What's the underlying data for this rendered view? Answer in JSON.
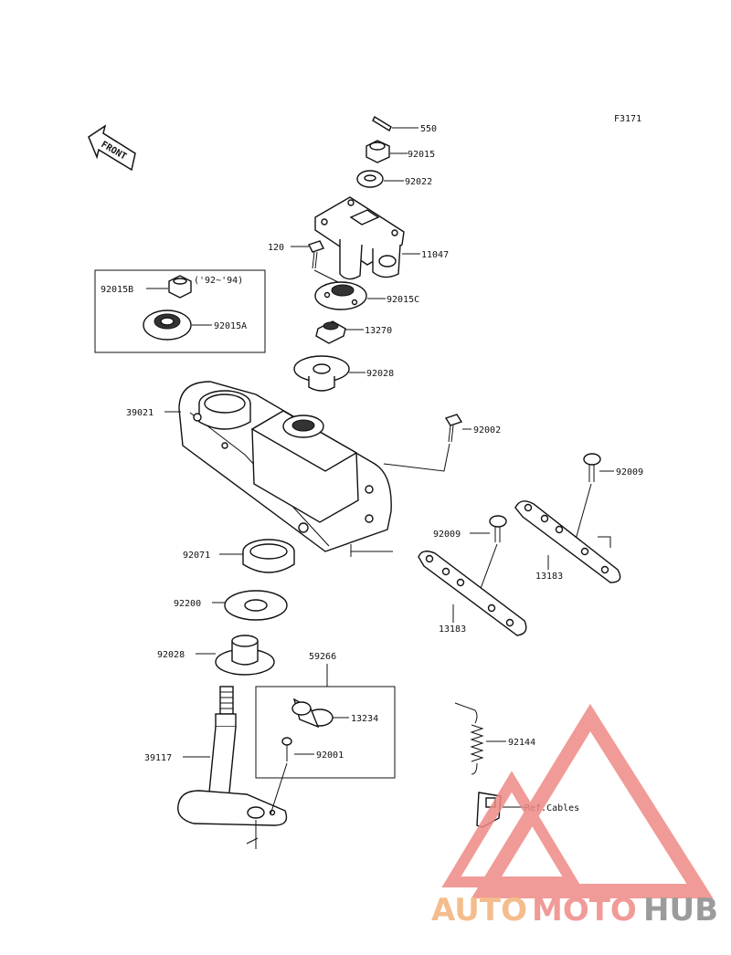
{
  "figure_code": "F3171",
  "front_label": "FRONT",
  "inset_label": "('92~'94)",
  "parts": {
    "p550": "550",
    "p92015": "92015",
    "p92022": "92022",
    "p11047": "11047",
    "p120": "120",
    "p92015c": "92015C",
    "p13270": "13270",
    "p92028a": "92028",
    "p92015b": "92015B",
    "p92015a": "92015A",
    "p39021": "39021",
    "p92002": "92002",
    "p92009a": "92009",
    "p92009b": "92009",
    "p13183a": "13183",
    "p13183b": "13183",
    "p92071": "92071",
    "p92200": "92200",
    "p92028b": "92028",
    "p59266": "59266",
    "p13234": "13234",
    "p92001": "92001",
    "p39117": "39117",
    "p92144": "92144",
    "ref_cables": "Ref.Cables"
  },
  "watermark": {
    "part1": "AUTO",
    "part2": "MOTO",
    "part3": "HUB",
    "color_orange": "#f3b27a",
    "color_red": "#ee8a85",
    "color_gray": "#8a8a8a"
  }
}
